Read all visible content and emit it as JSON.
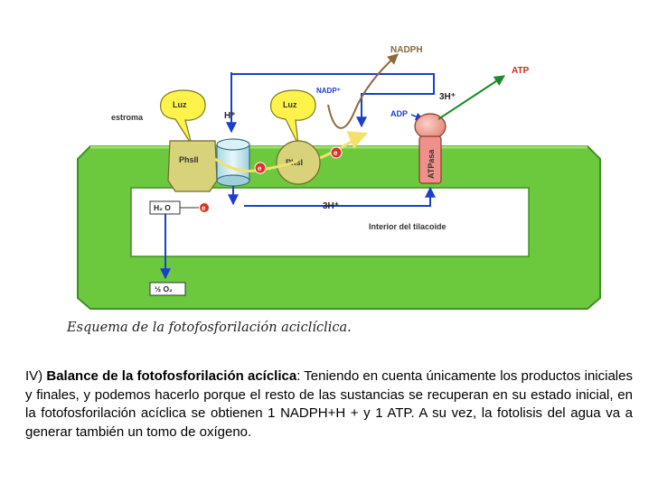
{
  "diagram": {
    "labels": {
      "estroma": "estroma",
      "luz_left": "Luz",
      "luz_right": "Luz",
      "h_plus": "H⁺",
      "phsII": "PhsII",
      "phsI": "PhsI",
      "e1": "e",
      "e2": "e",
      "e3": "e",
      "nadph": "NADPH",
      "nadp_plus": "NADP⁺",
      "three_h_top": "3H⁺",
      "adp": "ADP",
      "atp": "ATP",
      "atpasa": "ATPasa",
      "three_h_bottom": "3H⁺",
      "h2o": "H₂ O",
      "interior": "Interior del tilacoide",
      "half_o2": "½ O₂"
    },
    "caption": "Esquema de la fotofosforilación aciclíclica."
  },
  "text": {
    "prefix": "IV) ",
    "bold": "Balance de la fotofosforilación acíclica",
    "body": ": Teniendo en cuenta únicamente los productos iniciales y finales, y podemos hacerlo porque el resto de las sustancias se recuperan en su estado inicial, en la fotofosforilación acíclica se obtienen 1 NADPH+H + y 1 ATP. A su vez, la fotolisis del agua va a generar también un  tomo de oxígeno."
  },
  "colors": {
    "membrane_green": "#6cc93d",
    "membrane_dark": "#3f8f24",
    "lumen": "#ffffff",
    "blue_arrow": "#1a3fcf",
    "luz_yellow": "#fff24a",
    "ps_khaki": "#d8d37a",
    "electron_red": "#e0301e",
    "nadph_brown": "#8a6a3a",
    "atp_green": "#1c8a2a",
    "red_label": "#d22a1a"
  }
}
